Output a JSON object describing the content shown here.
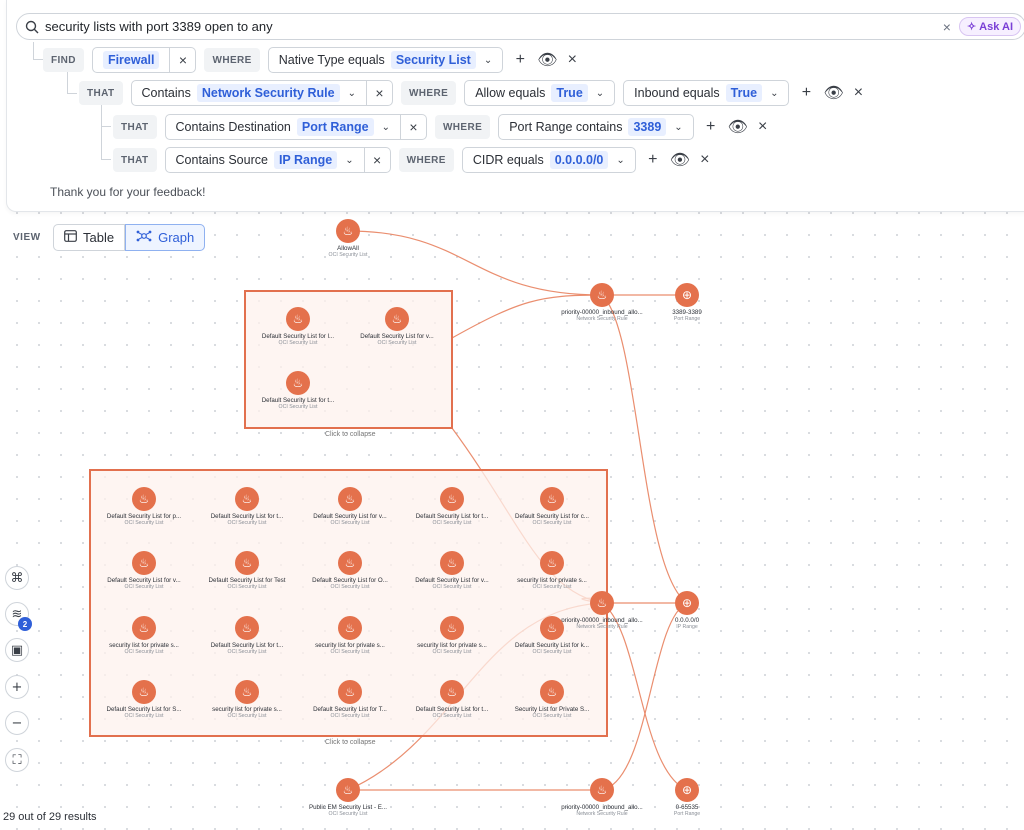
{
  "search": {
    "query": "security lists with port 3389 open to any",
    "clear_icon": "×",
    "ask_ai_label": "Ask AI"
  },
  "query": {
    "find": {
      "keyword": "FIND",
      "entity": "Firewall",
      "where": "WHERE",
      "cond_text": "Native Type equals",
      "cond_value": "Security List"
    },
    "row2": {
      "keyword": "THAT",
      "rel": "Contains",
      "entity": "Network Security Rule",
      "where": "WHERE",
      "cond1_text": "Allow equals",
      "cond1_value": "True",
      "cond2_text": "Inbound equals",
      "cond2_value": "True"
    },
    "row3": {
      "keyword": "THAT",
      "rel": "Contains Destination",
      "entity": "Port Range",
      "where": "WHERE",
      "cond_text": "Port Range contains",
      "cond_value": "3389"
    },
    "row4": {
      "keyword": "THAT",
      "rel": "Contains Source",
      "entity": "IP Range",
      "where": "WHERE",
      "cond_text": "CIDR equals",
      "cond_value": "0.0.0.0/0"
    },
    "feedback": "Thank you for your feedback!"
  },
  "view": {
    "label": "VIEW",
    "table": "Table",
    "graph": "Graph"
  },
  "graph": {
    "collapse_label": "Click to collapse",
    "nodes": {
      "allowall": {
        "title": "AllowAll",
        "sub": "OCI Security List"
      },
      "nsr1": {
        "title": "priority-00000_inbound_allo...",
        "sub": "Network Security Rule"
      },
      "pr1": {
        "title": "3389-3389",
        "sub": "Port Range"
      },
      "nsr2": {
        "title": "priority-00000_inbound_allo...",
        "sub": "Network Security Rule"
      },
      "ip1": {
        "title": "0.0.0.0/0",
        "sub": "IP Range"
      },
      "nsr3": {
        "title": "priority-00000_inbound_allo...",
        "sub": "Network Security Rule"
      },
      "pr2": {
        "title": "0-65535",
        "sub": "Port Range"
      },
      "public_em": {
        "title": "Public EM Security List - E...",
        "sub": "OCI Security List"
      },
      "g1": [
        {
          "title": "Default Security List for l...",
          "sub": "OCI Security List"
        },
        {
          "title": "Default Security List for v...",
          "sub": "OCI Security List"
        },
        {
          "title": "Default Security List for t...",
          "sub": "OCI Security List"
        }
      ],
      "g2": [
        {
          "title": "Default Security List for p...",
          "sub": "OCI Security List"
        },
        {
          "title": "Default Security List for t...",
          "sub": "OCI Security List"
        },
        {
          "title": "Default Security List for v...",
          "sub": "OCI Security List"
        },
        {
          "title": "Default Security List for t...",
          "sub": "OCI Security List"
        },
        {
          "title": "Default Security List for c...",
          "sub": "OCI Security List"
        },
        {
          "title": "Default Security List for v...",
          "sub": "OCI Security List"
        },
        {
          "title": "Default Security List for Test",
          "sub": "OCI Security List"
        },
        {
          "title": "Default Security List for O...",
          "sub": "OCI Security List"
        },
        {
          "title": "Default Security List for v...",
          "sub": "OCI Security List"
        },
        {
          "title": "security list for private s...",
          "sub": "OCI Security List"
        },
        {
          "title": "security list for private s...",
          "sub": "OCI Security List"
        },
        {
          "title": "Default Security List for t...",
          "sub": "OCI Security List"
        },
        {
          "title": "security list for private s...",
          "sub": "OCI Security List"
        },
        {
          "title": "security list for private s...",
          "sub": "OCI Security List"
        },
        {
          "title": "Default Security List for k...",
          "sub": "OCI Security List"
        },
        {
          "title": "Default Security List for S...",
          "sub": "OCI Security List"
        },
        {
          "title": "security list for private s...",
          "sub": "OCI Security List"
        },
        {
          "title": "Default Security List for T...",
          "sub": "OCI Security List"
        },
        {
          "title": "Default Security List for t...",
          "sub": "OCI Security List"
        },
        {
          "title": "Security List for Private S...",
          "sub": "OCI Security List"
        }
      ]
    }
  },
  "tools": {
    "layers_badge": "2"
  },
  "results": "29 out of 29 results",
  "colors": {
    "accent": "#2f5fd8",
    "node": "#e4714c",
    "edge": "#e8825f",
    "ai": "#7a3fd6"
  }
}
